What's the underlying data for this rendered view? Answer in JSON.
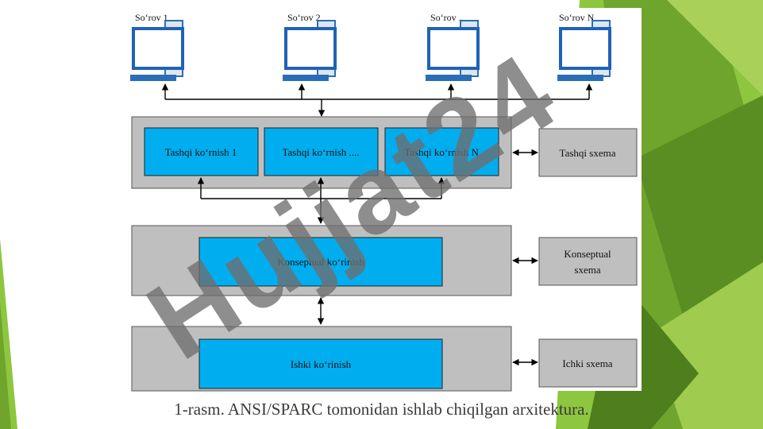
{
  "diagram": {
    "clients": [
      {
        "label": "So‘rov 1"
      },
      {
        "label": "So‘rov 2"
      },
      {
        "label": "So‘rov .."
      },
      {
        "label": "So‘rov N"
      }
    ],
    "external_level": {
      "views": [
        {
          "label": "Tashqi ko‘rnish 1"
        },
        {
          "label": "Tashqi ko‘rnish ...."
        },
        {
          "label": "Tashqi ko‘rnish N"
        }
      ],
      "schema": {
        "label": "Tashqi sxema"
      }
    },
    "conceptual_level": {
      "view": {
        "label": "Konseptual ko‘rinish"
      },
      "schema": {
        "line1": "Konseptual",
        "line2": "sxema"
      }
    },
    "internal_level": {
      "view": {
        "label": "Ishki ko‘rinish"
      },
      "schema": {
        "label": "Ichki sxema"
      }
    }
  },
  "watermark": {
    "text": "Hujjat24",
    "color": "#7a7a7a"
  },
  "caption": "1-rasm. ANSI/SPARC tomonidan ishlab chiqilgan arxitektura.",
  "colors": {
    "view_box": "#00aeef",
    "level_box": "#bfbfbf",
    "green_accent": "#8dc63f",
    "dark_green": "#5a8e22"
  }
}
